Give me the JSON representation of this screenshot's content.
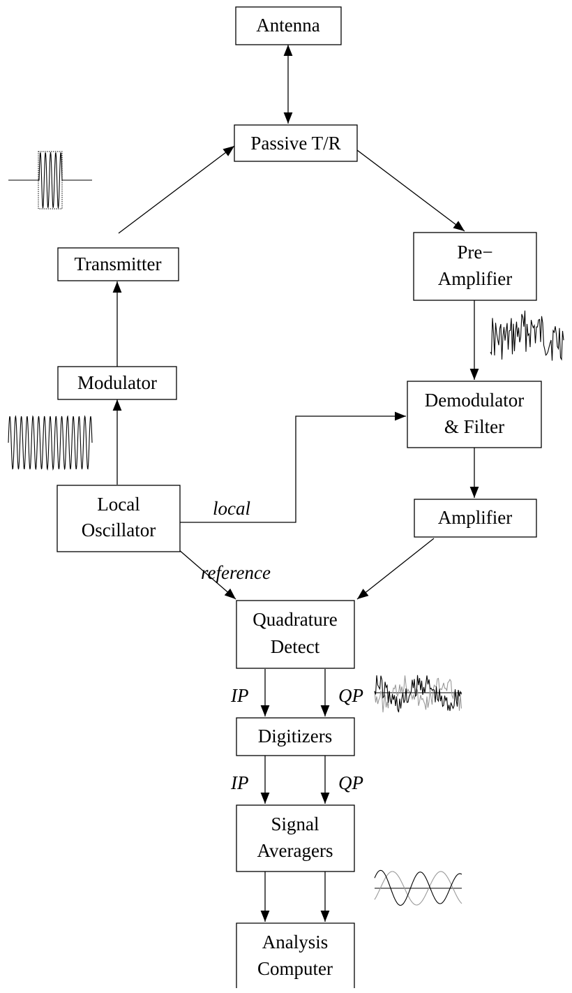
{
  "boxes": {
    "antenna": "Antenna",
    "passive_tr": "Passive T/R",
    "transmitter": "Transmitter",
    "modulator": "Modulator",
    "local_oscillator": [
      "Local",
      "Oscillator"
    ],
    "pre_amplifier": [
      "Pre−",
      "Amplifier"
    ],
    "demodulator_filter": [
      "Demodulator",
      "& Filter"
    ],
    "amplifier": "Amplifier",
    "quadrature_detect": [
      "Quadrature",
      "Detect"
    ],
    "digitizers": "Digitizers",
    "signal_averagers": [
      "Signal",
      "Averagers"
    ],
    "analysis_computer": [
      "Analysis",
      "Computer"
    ]
  },
  "labels": {
    "local": "local",
    "reference": "reference",
    "ip_1": "IP",
    "qp_1": "QP",
    "ip_2": "IP",
    "qp_2": "QP"
  },
  "waveforms": {
    "pulse": "pulse-waveform",
    "carrier": "sine-carrier-waveform",
    "noisy_echo": "noisy-echo-waveform",
    "quadrature_noisy": "noisy-quadrature-waveform",
    "averaged": "averaged-quadrature-waveform"
  },
  "colors": {
    "line": "#000000",
    "second_channel": "#999999",
    "background": "#ffffff"
  }
}
